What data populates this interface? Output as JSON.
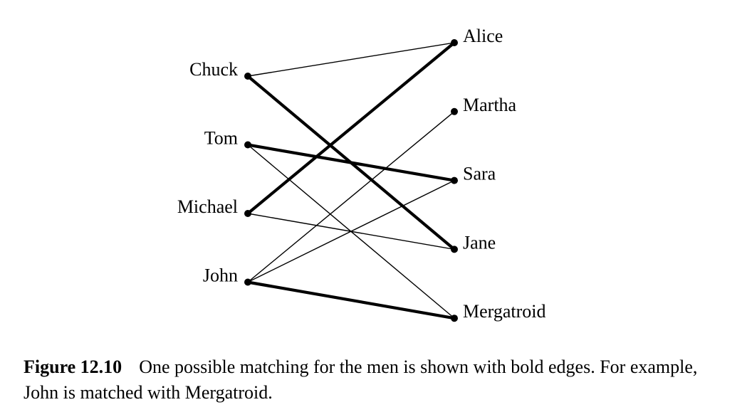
{
  "left_nodes": [
    {
      "id": "chuck",
      "label": "Chuck"
    },
    {
      "id": "tom",
      "label": "Tom"
    },
    {
      "id": "michael",
      "label": "Michael"
    },
    {
      "id": "john",
      "label": "John"
    }
  ],
  "right_nodes": [
    {
      "id": "alice",
      "label": "Alice"
    },
    {
      "id": "martha",
      "label": "Martha"
    },
    {
      "id": "sara",
      "label": "Sara"
    },
    {
      "id": "jane",
      "label": "Jane"
    },
    {
      "id": "mergatroid",
      "label": "Mergatroid"
    }
  ],
  "edges": [
    {
      "from": "chuck",
      "to": "alice",
      "bold": false
    },
    {
      "from": "chuck",
      "to": "jane",
      "bold": true
    },
    {
      "from": "tom",
      "to": "sara",
      "bold": true
    },
    {
      "from": "tom",
      "to": "mergatroid",
      "bold": false
    },
    {
      "from": "michael",
      "to": "alice",
      "bold": true
    },
    {
      "from": "michael",
      "to": "jane",
      "bold": false
    },
    {
      "from": "john",
      "to": "martha",
      "bold": false
    },
    {
      "from": "john",
      "to": "sara",
      "bold": false
    },
    {
      "from": "john",
      "to": "mergatroid",
      "bold": true
    }
  ],
  "caption": {
    "label": "Figure 12.10",
    "text": "One possible matching for the men is shown with bold edges. For example, John is matched with Mergatroid."
  }
}
